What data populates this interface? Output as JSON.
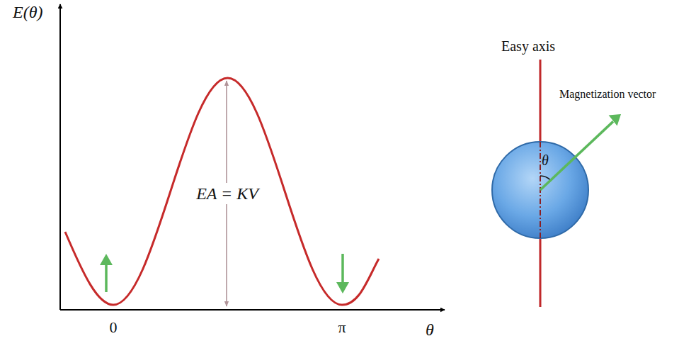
{
  "diagram": {
    "nodes": [
      {
        "text": [
          "θ"
        ]
      }
    ],
    "labels": [
      "E(θ)",
      "EA = KV",
      "0",
      "π",
      "θ",
      "Easy axis",
      "Magnetization vector"
    ]
  }
}
